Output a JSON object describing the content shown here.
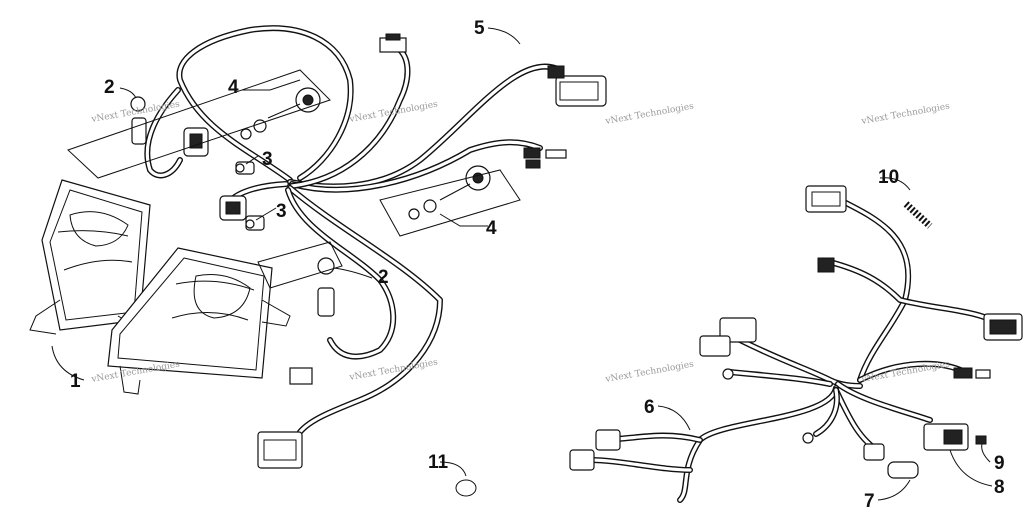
{
  "diagram": {
    "callouts": [
      "1",
      "2",
      "2",
      "3",
      "3",
      "4",
      "4",
      "5",
      "6",
      "7",
      "8",
      "9",
      "10",
      "11"
    ],
    "watermark": "vNext Technologies"
  }
}
